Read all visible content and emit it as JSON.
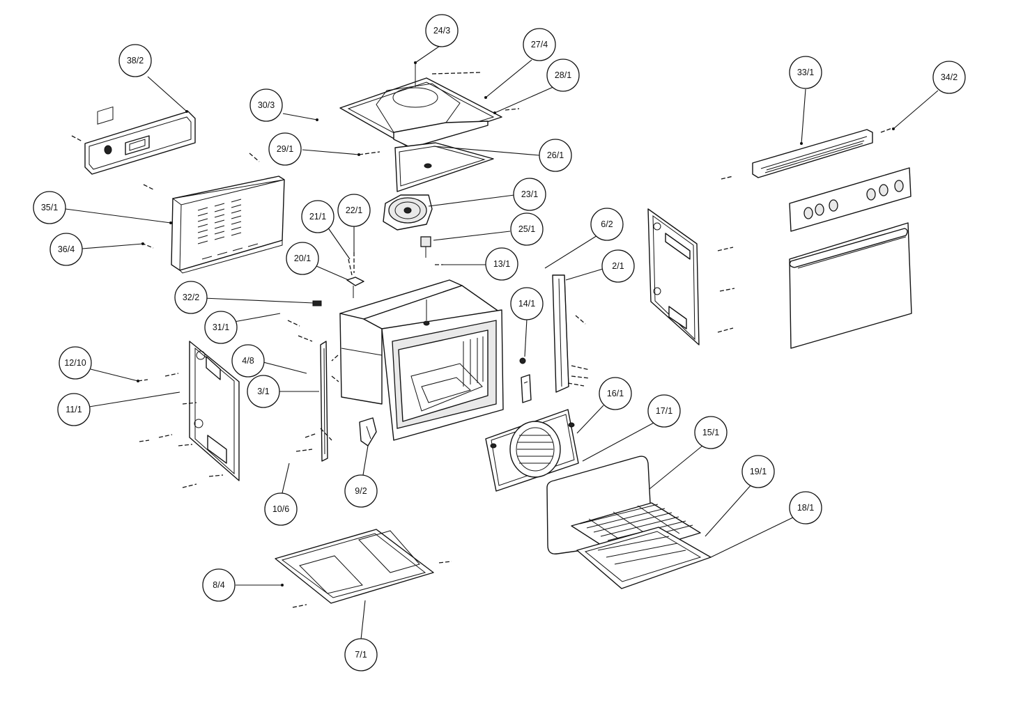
{
  "callouts": [
    {
      "id": "24/3"
    },
    {
      "id": "27/4"
    },
    {
      "id": "28/1"
    },
    {
      "id": "30/3"
    },
    {
      "id": "38/2"
    },
    {
      "id": "29/1"
    },
    {
      "id": "26/1"
    },
    {
      "id": "23/1"
    },
    {
      "id": "21/1"
    },
    {
      "id": "22/1"
    },
    {
      "id": "25/1"
    },
    {
      "id": "20/1"
    },
    {
      "id": "13/1"
    },
    {
      "id": "35/1"
    },
    {
      "id": "36/4"
    },
    {
      "id": "32/2"
    },
    {
      "id": "31/1"
    },
    {
      "id": "14/1"
    },
    {
      "id": "6/2"
    },
    {
      "id": "2/1"
    },
    {
      "id": "12/10"
    },
    {
      "id": "11/1"
    },
    {
      "id": "4/8"
    },
    {
      "id": "3/1"
    },
    {
      "id": "10/6"
    },
    {
      "id": "9/2"
    },
    {
      "id": "16/1"
    },
    {
      "id": "17/1"
    },
    {
      "id": "15/1"
    },
    {
      "id": "19/1"
    },
    {
      "id": "18/1"
    },
    {
      "id": "8/4"
    },
    {
      "id": "7/1"
    },
    {
      "id": "33/1"
    },
    {
      "id": "34/2"
    }
  ]
}
